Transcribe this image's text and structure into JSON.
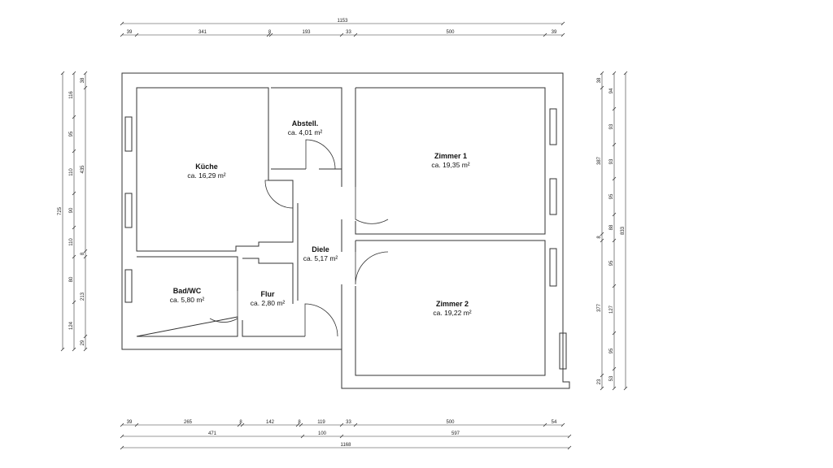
{
  "rooms": {
    "kueche": {
      "name": "Küche",
      "area": "ca. 16,29 m²"
    },
    "abstell": {
      "name": "Abstell.",
      "area": "ca. 4,01 m²"
    },
    "zimmer1": {
      "name": "Zimmer 1",
      "area": "ca. 19,35 m²"
    },
    "diele": {
      "name": "Diele",
      "area": "ca. 5,17 m²"
    },
    "badwc": {
      "name": "Bad/WC",
      "area": "ca. 5,80 m²"
    },
    "flur": {
      "name": "Flur",
      "area": "ca. 2,80 m²"
    },
    "zimmer2": {
      "name": "Zimmer 2",
      "area": "ca. 19,22 m²"
    }
  },
  "dimensions": {
    "top_total": "1153",
    "top_chain": [
      "39",
      "341",
      "8",
      "193",
      "33",
      "500",
      "39"
    ],
    "bottom_chain": [
      "39",
      "265",
      "8",
      "142",
      "8",
      "119",
      "33",
      "500",
      "54"
    ],
    "bottom_mid": [
      "471",
      "100",
      "597"
    ],
    "bottom_total": "1168",
    "left_total": "725",
    "left_outer": [
      "116",
      "95",
      "110",
      "90",
      "110",
      "80",
      "124"
    ],
    "left_inner": [
      "38",
      "435",
      "8",
      "213",
      "29"
    ],
    "right_inner": [
      "38",
      "387",
      "8",
      "377",
      "23"
    ],
    "right_outer": [
      "94",
      "93",
      "93",
      "95",
      "88",
      "95",
      "127",
      "95",
      "53"
    ],
    "right_total": "833"
  }
}
